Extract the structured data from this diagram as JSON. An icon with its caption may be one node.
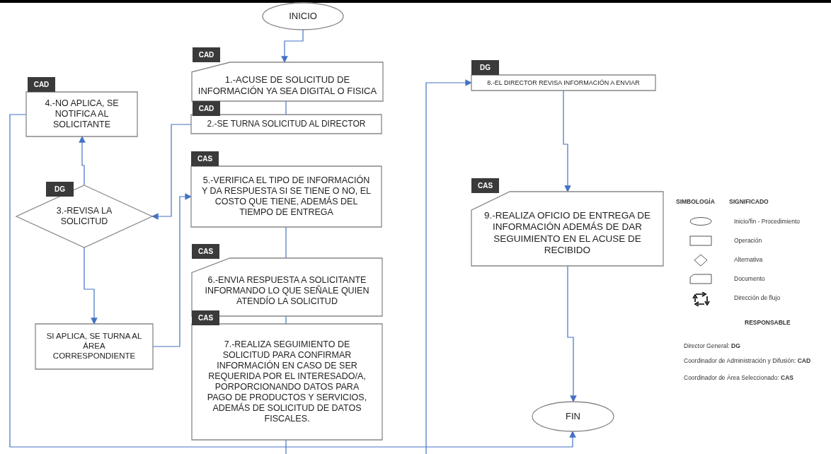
{
  "diagram": {
    "nodes": [
      {
        "text": [
          "INICIO"
        ]
      },
      {
        "text": [
          "1.-ACUSE DE SOLICITUD DE INFORMACIÓN YA SEA DIGITAL O FISICA"
        ],
        "beside": [
          "CAD"
        ]
      },
      {
        "text": [
          "2.-SE TURNA SOLICITUD AL DIRECTOR"
        ],
        "beside": [
          "CAD"
        ]
      },
      {
        "text": [
          "4.-NO APLICA, SE NOTIFICA AL SOLICITANTE"
        ],
        "beside": [
          "CAD"
        ]
      },
      {
        "text": [
          "3.-REVISA LA SOLICITUD"
        ],
        "beside": [
          "DG"
        ]
      },
      {
        "text": [
          "5.-VERIFICA EL TIPO DE INFORMACIÓN Y DA RESPUESTA SI SE TIENE O NO, EL COSTO QUE TIENE, ADEMÁS DEL TIEMPO DE ENTREGA"
        ],
        "beside": [
          "CAS"
        ]
      },
      {
        "text": [
          "SI APLICA, SE TURNA AL ÁREA CORRESPONDIENTE"
        ]
      },
      {
        "text": [
          "6.-ENVIA RESPUESTA A SOLICITANTE INFORMANDO LO QUE SEÑALE QUIEN ATENDÍO LA SOLICITUD"
        ],
        "beside": [
          "CAS"
        ]
      },
      {
        "text": [
          "7.-REALIZA SEGUIMIENTO DE SOLICITUD PARA CONFIRMAR INFORMACIÓN EN CASO DE SER REQUERIDA POR EL INTERESADO/A, PORPORCIONANDO DATOS PARA PAGO DE PRODUCTOS Y SERVICIOS, ADEMÁS DE SOLICITUD DE DATOS FISCALES."
        ],
        "beside": [
          "CAS"
        ]
      },
      {
        "text": [
          "8.-EL DIRECTOR REVISA INFORMACIÓN A ENVIAR"
        ],
        "beside": [
          "DG"
        ]
      },
      {
        "text": [
          "9.-REALIZA OFICIO DE ENTREGA DE INFORMACIÓN ADEMÁS DE DAR SEGUIMIENTO EN EL ACUSE DE RECIBIDO"
        ],
        "beside": [
          "CAS"
        ]
      },
      {
        "text": [
          "FIN"
        ]
      }
    ],
    "edges": [
      {
        "from": 0,
        "to": 1,
        "arrow": "to"
      },
      {
        "from": 1,
        "to": 2,
        "arrow": "none"
      },
      {
        "from": 2,
        "to": 4,
        "arrow": "to"
      },
      {
        "from": 4,
        "to": 3,
        "arrow": "to"
      },
      {
        "from": 4,
        "to": 6,
        "arrow": "to"
      },
      {
        "from": 6,
        "to": 5,
        "arrow": "to"
      },
      {
        "from": 5,
        "to": 7,
        "arrow": "none"
      },
      {
        "from": 7,
        "to": 8,
        "arrow": "none"
      },
      {
        "from": 8,
        "to": 9,
        "arrow": "to"
      },
      {
        "from": 3,
        "to": 11,
        "arrow": "to"
      },
      {
        "from": 9,
        "to": 10,
        "arrow": "to"
      },
      {
        "from": 10,
        "to": 11,
        "arrow": "to"
      }
    ],
    "labels": [
      "SIMBOLOGÍA",
      "SIGNIFICADO",
      "RESPONSABLE",
      "Director General: **DG**",
      "Coordinador de Administración y Difusión: **CAD**",
      "Coordinador de Área Seleccionado: **CAS**"
    ],
    "legend": [
      {
        "text": "Inicio/fin - Procedimiento"
      },
      {
        "text": "Operación"
      },
      {
        "text": "Alternativa"
      },
      {
        "text": "Documento"
      },
      {
        "text": "Dirección de flujo"
      }
    ]
  }
}
